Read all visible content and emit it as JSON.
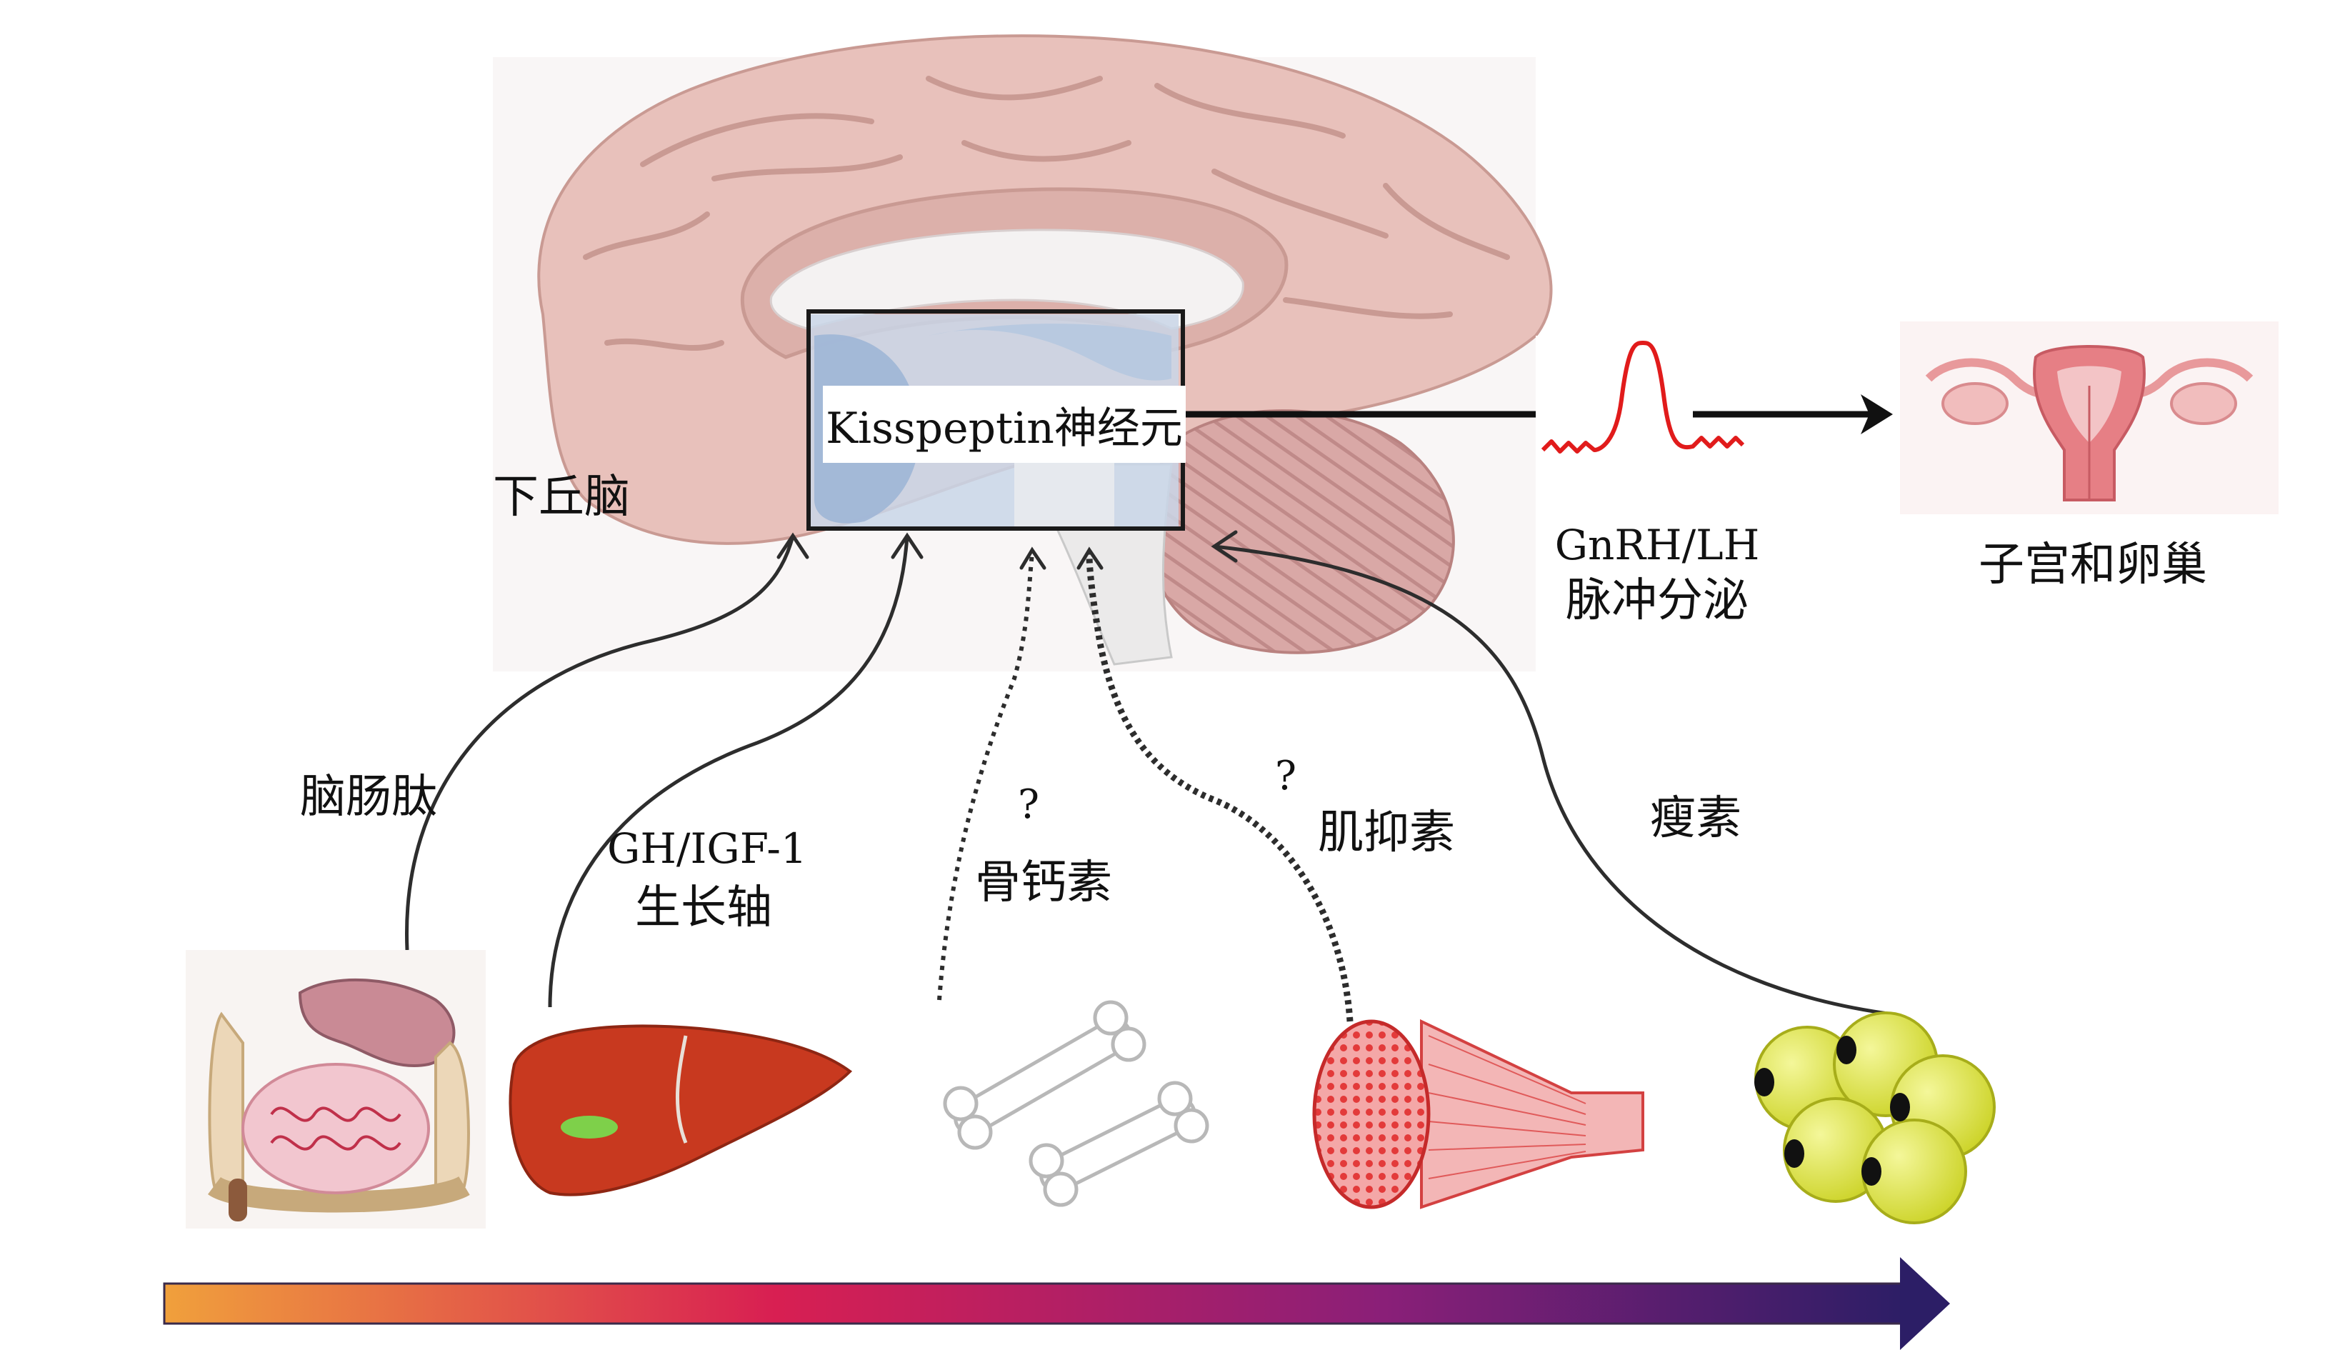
{
  "center": {
    "kisspeptin_label": "Kisspeptin神经元"
  },
  "labels": {
    "hypothalamus": "下丘脑",
    "ghrelin": "脑肠肽",
    "gh_igf_line1": "GH/IGF-1",
    "gh_igf_line2": "生长轴",
    "osteocalcin_q": "?",
    "osteocalcin": "骨钙素",
    "myostatin_q": "?",
    "myostatin": "肌抑素",
    "leptin": "瘦素",
    "pulse_line1": "GnRH/LH",
    "pulse_line2": "脉冲分泌",
    "target": "子宫和卵巢"
  },
  "icons": {
    "brain": "brain-sagittal-icon",
    "pulse": "pulse-wave-icon",
    "uterus": "uterus-ovaries-icon",
    "gut": "intestine-icon",
    "liver": "liver-icon",
    "bone": "bone-icon",
    "muscle": "muscle-icon",
    "fat": "adipocyte-icon"
  },
  "colors": {
    "brain": "#e8c1bb",
    "cerebellum": "#d9a8a6",
    "hypothalamus_box": "#a9bdd8",
    "liver": "#c8391f",
    "muscle": "#e33a3a",
    "fat": "#e2e83a",
    "pulse": "#e11b1b",
    "gradient_start": "#f0a03c",
    "gradient_mid": "#d81f52",
    "gradient_end": "#2c1e66"
  }
}
